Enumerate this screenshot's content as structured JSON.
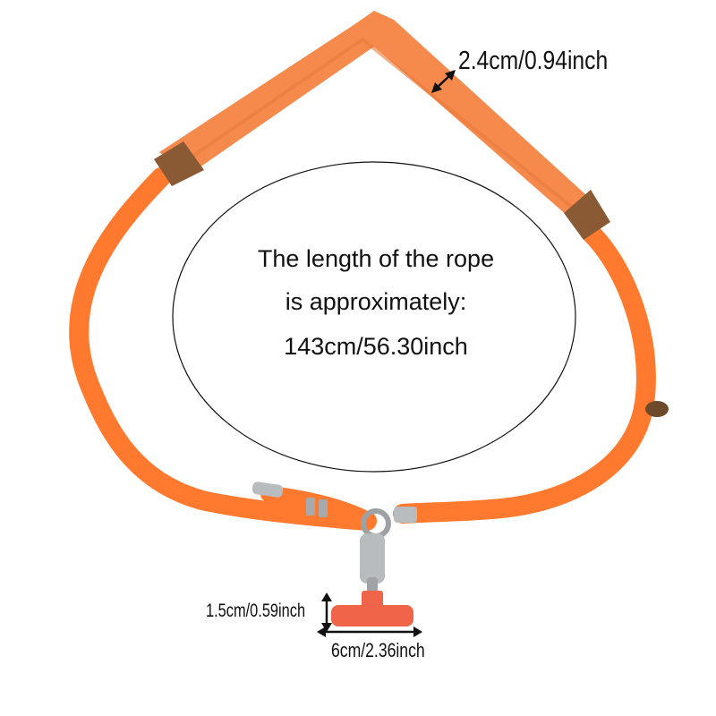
{
  "colors": {
    "rope": "#ff7a2e",
    "strap": "#f58a4c",
    "leather": "#8a5a35",
    "metal": "#b9bcbf",
    "patch": "#f06449"
  },
  "callout": {
    "line1": "The length of the rope",
    "line2": "is approximately:",
    "line3": "143cm/56.30inch"
  },
  "dimensions": {
    "strap_width": "2.4cm/0.94inch",
    "patch_height": "1.5cm/0.59inch",
    "patch_width": "6cm/2.36inch"
  }
}
